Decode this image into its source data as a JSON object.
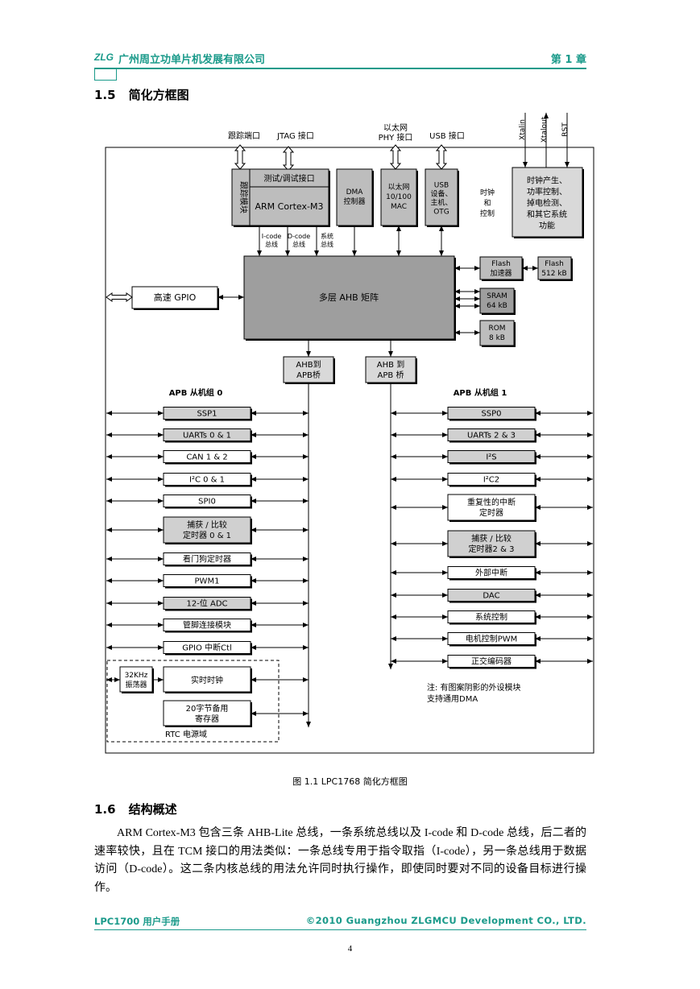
{
  "header": {
    "logo": "ZLG",
    "company": "广州周立功单片机发展有限公司",
    "chapter": "第 1 章"
  },
  "section_15": {
    "num": "1.5",
    "title": "简化方框图"
  },
  "diagram": {
    "ext": {
      "trace_port": "跟踪端口",
      "jtag": "JTAG 接口",
      "eth_phy_1": "以太网",
      "eth_phy_2": "PHY 接口",
      "usb": "USB 接口",
      "xtalin": "Xtalin",
      "xtalout": "Xtalout",
      "rst": "RST"
    },
    "trace_module": "跟踪模块",
    "debug_if": "测试/调试接口",
    "cpu": "ARM Cortex-M3",
    "dma": [
      "DMA",
      "控制器"
    ],
    "eth_mac": [
      "以太网",
      "10/100",
      "MAC"
    ],
    "usb_dev": [
      "USB",
      "设备、",
      "主机、",
      "OTG"
    ],
    "clock_label": [
      "时钟",
      "和",
      "控制"
    ],
    "clock_box": [
      "时钟产生、",
      "功率控制、",
      "掉电检测、",
      "和其它系统",
      "功能"
    ],
    "bus_icode": [
      "I-code",
      "总线"
    ],
    "bus_dcode": [
      "D-code",
      "总线"
    ],
    "bus_sys": [
      "系统",
      "总线"
    ],
    "ahb_matrix": "多层 AHB 矩阵",
    "gpio_hs": "高速 GPIO",
    "flash_acc": [
      "Flash",
      "加速器"
    ],
    "flash": [
      "Flash",
      "512 kB"
    ],
    "sram": [
      "SRAM",
      "64 kB"
    ],
    "rom": [
      "ROM",
      "8 kB"
    ],
    "bridge0": [
      "AHB到",
      "APB桥"
    ],
    "bridge1": [
      "AHB 到",
      "APB 桥"
    ],
    "apb0_title": "APB 从机组 0",
    "apb1_title": "APB 从机组 1",
    "apb0": [
      {
        "lines": [
          "SSP1"
        ],
        "shaded": true
      },
      {
        "lines": [
          "UARTs 0 & 1"
        ],
        "shaded": true
      },
      {
        "lines": [
          "CAN 1 & 2"
        ],
        "shaded": false
      },
      {
        "lines": [
          "I²C 0 & 1"
        ],
        "shaded": false
      },
      {
        "lines": [
          "SPI0"
        ],
        "shaded": false
      },
      {
        "lines": [
          "捕获 / 比较",
          "定时器 0 & 1"
        ],
        "shaded": true
      },
      {
        "lines": [
          "看门狗定时器"
        ],
        "shaded": false
      },
      {
        "lines": [
          "PWM1"
        ],
        "shaded": false
      },
      {
        "lines": [
          "12-位  ADC"
        ],
        "shaded": true
      },
      {
        "lines": [
          "管脚连接模块"
        ],
        "shaded": false
      },
      {
        "lines": [
          "GPIO 中断Ctl"
        ],
        "shaded": false
      }
    ],
    "apb1": [
      {
        "lines": [
          "SSP0"
        ],
        "shaded": true
      },
      {
        "lines": [
          "UARTs 2 & 3"
        ],
        "shaded": true
      },
      {
        "lines": [
          "I²S"
        ],
        "shaded": true
      },
      {
        "lines": [
          "I²C2"
        ],
        "shaded": false
      },
      {
        "lines": [
          "重复性的中断",
          "定时器"
        ],
        "shaded": false
      },
      {
        "lines": [
          "捕获 / 比较",
          "定时器2 & 3"
        ],
        "shaded": true
      },
      {
        "lines": [
          "外部中断"
        ],
        "shaded": false
      },
      {
        "lines": [
          "DAC"
        ],
        "shaded": true
      },
      {
        "lines": [
          "系统控制"
        ],
        "shaded": false
      },
      {
        "lines": [
          "电机控制PWM"
        ],
        "shaded": false
      },
      {
        "lines": [
          "正交编码器"
        ],
        "shaded": false
      }
    ],
    "osc": [
      "32KHz",
      "振荡器"
    ],
    "rtc": "实时时钟",
    "backup": [
      "20字节备用",
      "寄存器"
    ],
    "rtc_domain": "RTC 电源域",
    "note": [
      "注: 有图案阴影的外设模块",
      "支持通用DMA"
    ]
  },
  "caption": "图 1.1    LPC1768 简化方框图",
  "section_16": {
    "num": "1.6",
    "title": "结构概述"
  },
  "paragraph": "ARM Cortex-M3 包含三条 AHB-Lite 总线，一条系统总线以及 I-code 和 D-code 总线，后二者的速率较快，且在 TCM 接口的用法类似：一条总线专用于指令取指（I-code），另一条总线用于数据访问（D-code）。这二条内核总线的用法允许同时执行操作，即使同时要对不同的设备目标进行操作。",
  "footer": {
    "left": "LPC1700 用户手册",
    "right": "©2010  Guangzhou  ZLGMCU  Development  CO.,  LTD."
  },
  "page_number": "4"
}
